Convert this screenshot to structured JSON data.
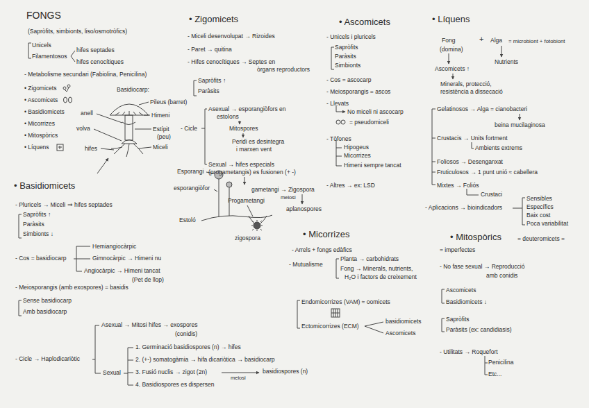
{
  "diagram": {
    "title": "FONGS",
    "labels": [
      "(Sapròfits, simbionts, liso/osmotròfics)",
      "Unicels",
      "Filamentosos",
      "hifes septades",
      "hifes cenocítiques",
      "- Metabolisme secundari (Fabiolina, Penicilina)",
      "• Zigomicets",
      "• Ascomicets",
      "• Basidiomicets",
      "• Micorrizes",
      "• Mitospòrics",
      "• Líquens",
      "Basidiocarp:",
      "Pileus (barret)",
      "anell",
      "Himeni",
      "volva",
      "Estípit",
      "(peu)",
      "hifes",
      "Miceli",
      "• Basidiomicets",
      "- Pluricels → Miceli ⇒ hifes septades",
      "Sapròfits ↑",
      "Paràsits",
      "Simbionts ↓",
      "Hemiangiocàrpic",
      "- Cos = basidiocarp",
      "Gimnocàrpic → Himeni nu",
      "Angiocàrpic → Himeni tancat",
      "(Pet de llop)",
      "- Meiosporangis (amb exospores) = basidis",
      "Sense basidiocarp",
      "Amb basidiocarp",
      "Asexual → Mitosi hifes → exospores",
      "(conidis)",
      "- Cicle → Haplodicariòtic",
      "Sexual",
      "1. Germinació basidiospores (n) → hifes",
      "2. (+-) somatogàmia → hifa dicariòtica → basidiocarp",
      "3. Fusió nuclis → zigot (2n)",
      "meiosi",
      "basidiospores (n)",
      "4. Basidiospores es dispersen",
      "• Zigomicets",
      "- Miceli desenvolupat → Rizoides",
      "- Paret → quitina",
      "- Hifes cenocítiques → Septes en",
      "òrgans reproductors",
      "Sapròfits ↑",
      "Paràsits",
      "- Cicle",
      "Asexual → esporangiòfors en",
      "estolons",
      "Mitospores",
      "Peridi es desintegra",
      "i marxen vent",
      "Sexual → hifes especials",
      "(progametangis) es fusionen (+ -)",
      "gametangi → Zigospora",
      "meiosi",
      "aplanospores",
      "Esporangi",
      "esporangiòfor",
      "Estoló",
      "Progametangi",
      "zigospora",
      "• Ascomicets",
      "- Unicels i pluricels",
      "Sapròfits",
      "Paràsits",
      "Simbionts",
      "- Cos = ascocarp",
      "- Meiosporangis = ascos",
      "- Llevats",
      "No miceli ni ascocarp",
      "= pseudomiceli",
      "- Tòfones",
      "Hipogeus",
      "Micorrizes",
      "Himeni sempre tancat",
      "- Altres → ex: LSD",
      "• Líquens",
      "Fong",
      "+",
      "Alga",
      "= microbiont + fotobiont",
      "(domina)",
      "Nutrients",
      "Ascomicets ↑",
      "Minerals, protecció,",
      "resistència a dissecació",
      "Gelatinosos → Alga = cianobacteri",
      "beina mucilaginosa",
      "Crustacis → Units fortment",
      "Ambients extrems",
      "Foliosos → Desenganxat",
      "Fruticulosos → 1 punt unió ≈ cabellera",
      "Mixtes → Foliós",
      "Crustaci",
      "- Aplicacions → bioindicadors",
      "Sensibles",
      "Específics",
      "Baix cost",
      "Poca variabilitat",
      "• Micorrizes",
      "- Arrels + fongs edàfics",
      "- Mutualisme",
      "Planta → carbohidrats",
      "Fong → Minerals, nutrients,",
      "H₂O i factors de creixement",
      "Endomicorrizes (VAM) ≈ oomicets",
      "Ectomicorrizes (ECM)",
      "basidiomicets",
      "Ascomicets",
      "• Mitospòrics",
      "= deuteromicets =",
      "= imperfectes",
      "- No fase sexual → Reproducció",
      "amb conidis",
      "Ascomicets",
      "Basidiomicets ↓",
      "Sapròfits",
      "Paràsits (ex: candidiasis)",
      "- Utilitats → Roquefort",
      "Penicilina",
      "Etc..."
    ]
  }
}
